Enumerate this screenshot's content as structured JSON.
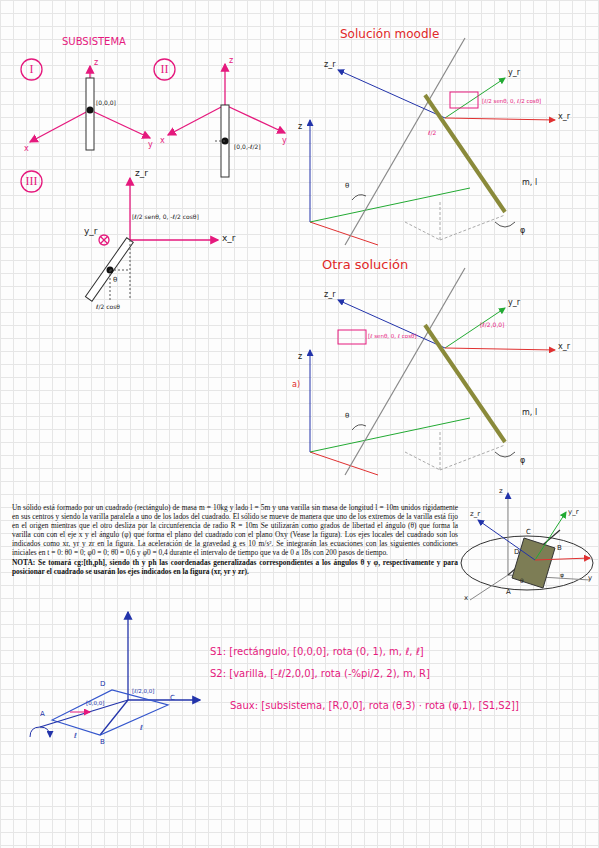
{
  "diagram": {
    "nodes": [
      {
        "text": [
          "I"
        ]
      },
      {
        "text": [
          "II"
        ]
      },
      {
        "text": [
          "III"
        ]
      }
    ],
    "labels": [
      "SUBSISTEMA",
      "z",
      "x",
      "y",
      "[0,0,0]",
      "z",
      "x",
      "y",
      "[0,0,-ℓ/2]",
      "z_r",
      "x_r",
      "y_r",
      "[ℓ/2 senθ, 0, -ℓ/2 cosθ]",
      "θ",
      "ℓ/2 cosθ",
      "Solución moodle",
      "Otra solución",
      "z_r",
      "y_r",
      "x_r",
      "z",
      "m, l",
      "θ",
      "φ",
      "[ℓ/2 senθ, 0, ℓ/2 cosθ]",
      "ℓ/2",
      "z_r",
      "y_r",
      "x_r",
      "z",
      "m, l",
      "θ",
      "φ",
      "[ℓ senθ, 0, ℓ cosθ]",
      "[ℓ/2,0,0]",
      "a)",
      "Un sólido está formado por un cuadrado (rectángulo) de masa m = 10kg y lado l = 5m y una varilla sin masa de longitud l = 10m unidos rígidamente en sus centros y siendo la varilla paralela a uno de los lados del cuadrado. El sólido se mueve de manera que uno de los extremos de la varilla está fijo en el origen mientras que el otro desliza por la circunferencia de radio R = 10m Se utilizarán como grados de libertad el ángulo (θ) que forma la varilla con con el eje x y el ángulo (φ) que forma el plano del cuadrado con el plano Oxy (Vease la figura). Los ejes locales del cuadrado son los indicados como xr, yr y zr en la figura. La aceleración de la gravedad g es 10 m/s². Se integrarán las ecuaciones con las siguientes condiciones iniciales en t = 0: θ0 = 0; φ0 = 0; θ̇0 = 0,6 y φ̇0 = 0,4 durante el intervalo de tiempo que va de 0 a 18s con 200 pasos de tiempo.",
      "NOTA: Se tomará cg:[th,ph], siendo th y ph las coordenadas generalizadas correspondientes a los ángulos θ y φ, respectivamente y para posicionar el cuadrado se usarán los ejes indicados en la figura (xr, yr y zr).",
      "z",
      "z_r",
      "y_r",
      "C",
      "B",
      "A",
      "D",
      "x",
      "y",
      "θ",
      "φ",
      "S1: [rectángulo, [0,0,0], rota (0, 1), m, ℓ, ℓ]",
      "S2: [varilla, [-ℓ/2,0,0], rota (-%pi/2, 2), m, R]",
      "Saux: [subsistema, [R,0,0], rota (θ,3) · rota (φ,1), [S1,S2]]",
      "D",
      "C",
      "A",
      "B",
      "ℓ",
      "ℓ",
      "[0,0,0]",
      "[ℓ/2,0,0]"
    ]
  }
}
